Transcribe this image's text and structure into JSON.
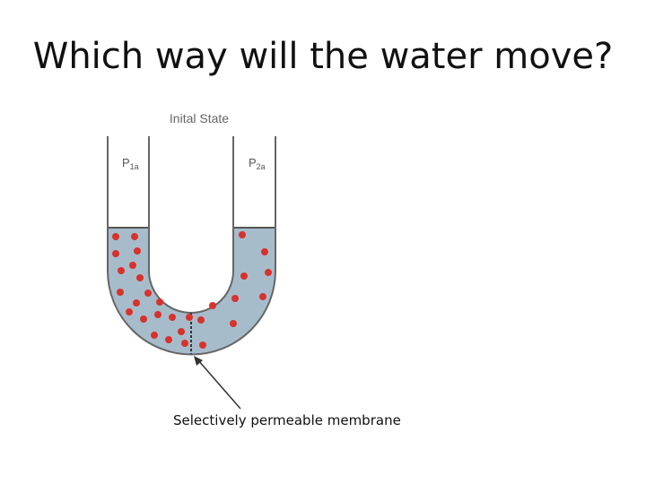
{
  "slide": {
    "title": "Which way will the water move?"
  },
  "diagram": {
    "state_label": "Inital State",
    "left_pressure": {
      "main": "P",
      "sub": "1a"
    },
    "right_pressure": {
      "main": "P",
      "sub": "2a"
    },
    "membrane_caption": "Selectively permeable membrane",
    "colors": {
      "solution": "#a7bccb",
      "tube_outline": "#666666",
      "solute": "#d8322c",
      "membrane": "#333333"
    }
  }
}
